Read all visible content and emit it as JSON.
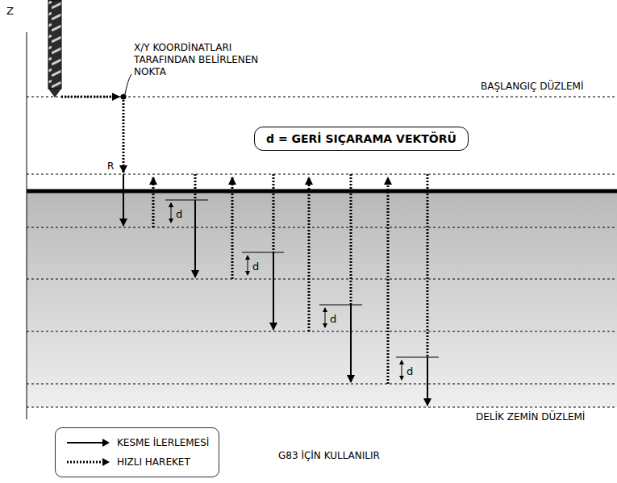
{
  "diagram": {
    "nodes": [
      {
        "text": [
          "d = GERİ SIÇARAMA VEKTÖRÜ"
        ]
      }
    ],
    "labels": [
      "Z",
      "X/Y KOORDİNATLARI TARAFINDAN BELİRLENEN NOKTA",
      "BAŞLANGIÇ DÜZLEMİ",
      "R",
      "d",
      "d",
      "d",
      "d",
      "DELİK ZEMİN DÜZLEMİ",
      "G83 İÇİN KULLANILIR"
    ],
    "legend": [
      {
        "text": "KESME İLERLEMESİ"
      },
      {
        "text": "HIZLI HAREKET"
      }
    ]
  }
}
